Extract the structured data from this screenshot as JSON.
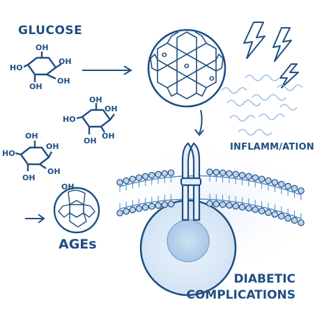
{
  "labels": {
    "glucose": "GLUCOSE",
    "ages": "AGEs",
    "inflammation": "INFLAMM/ATION",
    "diabetic_line1": "DIABETIC",
    "diabetic_line2": "COMPLICATIONS"
  },
  "molecule_text": {
    "oh": "OH",
    "ho": "HO",
    "o": "O"
  },
  "colors": {
    "ink": "#1f4e82",
    "membrane": "#4a85c0",
    "cell_fill": "#dde9f6",
    "nucleus": "#b9d3ec"
  }
}
